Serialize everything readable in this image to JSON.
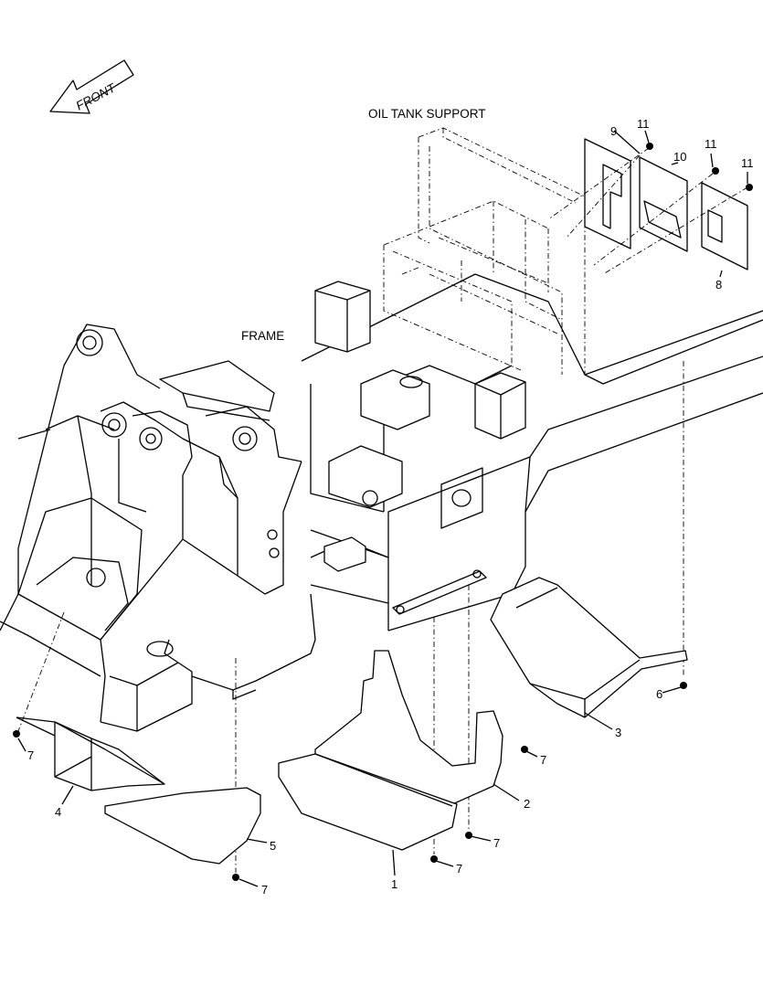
{
  "labels": {
    "front": "FRONT",
    "oil_tank_support": "OIL TANK SUPPORT",
    "frame": "FRAME"
  },
  "callouts": [
    {
      "id": "c1",
      "text": "1"
    },
    {
      "id": "c2",
      "text": "2"
    },
    {
      "id": "c3",
      "text": "3"
    },
    {
      "id": "c4",
      "text": "4"
    },
    {
      "id": "c5",
      "text": "5"
    },
    {
      "id": "c6",
      "text": "6"
    },
    {
      "id": "c7a",
      "text": "7"
    },
    {
      "id": "c7b",
      "text": "7"
    },
    {
      "id": "c7c",
      "text": "7"
    },
    {
      "id": "c7d",
      "text": "7"
    },
    {
      "id": "c7e",
      "text": "7"
    },
    {
      "id": "c8",
      "text": "8"
    },
    {
      "id": "c9",
      "text": "9"
    },
    {
      "id": "c10",
      "text": "10"
    },
    {
      "id": "c11a",
      "text": "11"
    },
    {
      "id": "c11b",
      "text": "11"
    },
    {
      "id": "c11c",
      "text": "11"
    }
  ],
  "colors": {
    "line": "#000000",
    "background": "#ffffff"
  }
}
